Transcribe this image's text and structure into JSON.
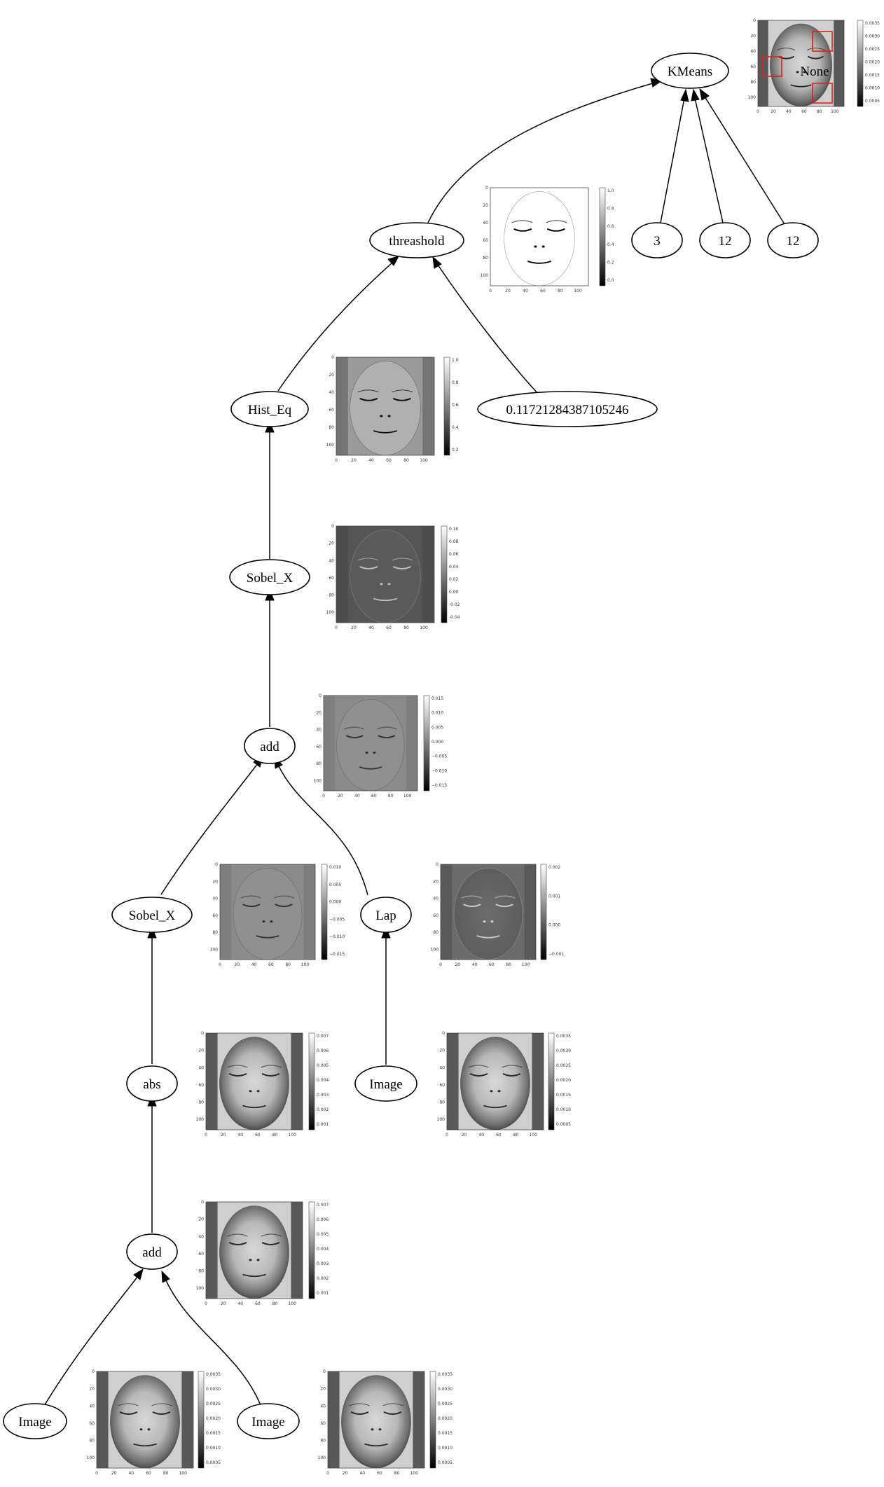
{
  "diagram": {
    "nodes": {
      "kmeans": "KMeans",
      "threshold": "threashold",
      "n3": "3",
      "n12a": "12",
      "n12b": "12",
      "hist_eq": "Hist_Eq",
      "thresh_value": "0.11721284387105246",
      "sobel_x_top": "Sobel_X",
      "add_top": "add",
      "sobel_x_mid": "Sobel_X",
      "lap": "Lap",
      "abs": "abs",
      "image_mid": "Image",
      "add_bottom": "add",
      "image_left": "Image",
      "image_right": "Image"
    },
    "overlay_label": "None",
    "thumbnails": {
      "axis_ticks": [
        "0",
        "20",
        "40",
        "60",
        "80",
        "100"
      ],
      "kmeans_out": {
        "cbar_ticks": [
          "0.0035",
          "0.0030",
          "0.0025",
          "0.0020",
          "0.0015",
          "0.0010",
          "0.0005"
        ]
      },
      "threshold_out": {
        "cbar_ticks": [
          "1.0",
          "0.8",
          "0.6",
          "0.4",
          "0.2",
          "0.0"
        ]
      },
      "hist_eq_out": {
        "cbar_ticks": [
          "1.0",
          "0.8",
          "0.6",
          "0.4",
          "0.2"
        ]
      },
      "sobel_x_top_out": {
        "cbar_ticks": [
          "0.10",
          "0.08",
          "0.06",
          "0.04",
          "0.02",
          "0.00",
          "-0.02",
          "-0.04"
        ]
      },
      "add_top_out": {
        "cbar_ticks": [
          "0.015",
          "0.010",
          "0.005",
          "0.000",
          "−0.005",
          "−0.010",
          "−0.015"
        ]
      },
      "sobel_x_mid_out": {
        "cbar_ticks": [
          "0.010",
          "0.005",
          "0.000",
          "−0.005",
          "−0.010",
          "−0.015"
        ]
      },
      "lap_out": {
        "cbar_ticks": [
          "0.002",
          "0.001",
          "0.000",
          "−0.001"
        ]
      },
      "abs_out": {
        "cbar_ticks": [
          "0.007",
          "0.006",
          "0.005",
          "0.004",
          "0.003",
          "0.002",
          "0.001"
        ]
      },
      "image_mid_out": {
        "cbar_ticks": [
          "0.0035",
          "0.0030",
          "0.0025",
          "0.0020",
          "0.0015",
          "0.0010",
          "0.0005"
        ]
      },
      "add_bottom_out": {
        "cbar_ticks": [
          "0.007",
          "0.006",
          "0.005",
          "0.004",
          "0.003",
          "0.002",
          "0.001"
        ]
      },
      "image_left_out": {
        "cbar_ticks": [
          "0.0035",
          "0.0030",
          "0.0025",
          "0.0020",
          "0.0015",
          "0.0010",
          "0.0005"
        ]
      },
      "image_right_out": {
        "cbar_ticks": [
          "0.0035",
          "0.0030",
          "0.0025",
          "0.0020",
          "0.0015",
          "0.0010",
          "0.0005"
        ]
      }
    },
    "colors": {
      "box_highlight": "#e02020",
      "stroke": "#000000"
    }
  }
}
